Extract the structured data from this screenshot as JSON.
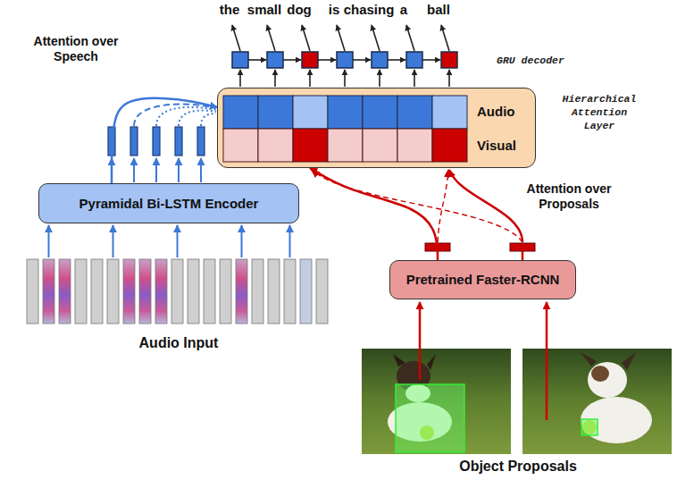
{
  "diagram": {
    "nodes": [
      {
        "text": [
          "Audio",
          "Visual",
          "Hierarchical Attention Layer"
        ]
      },
      {
        "text": [
          "Pyramidal Bi-LSTM Encoder"
        ]
      },
      {
        "text": [
          "Pretrained Faster-RCNN"
        ]
      }
    ],
    "edges": [
      {
        "from": 1,
        "to": 0,
        "arrow": "to",
        "label": "Attention over Speech"
      },
      {
        "from": 2,
        "to": 0,
        "arrow": "to",
        "label": "Attention over Proposals"
      }
    ],
    "labels": [
      "the",
      "small",
      "dog",
      "is",
      "chasing",
      "a",
      "ball",
      "GRU decoder",
      "Audio Input",
      "Object Proposals"
    ]
  }
}
